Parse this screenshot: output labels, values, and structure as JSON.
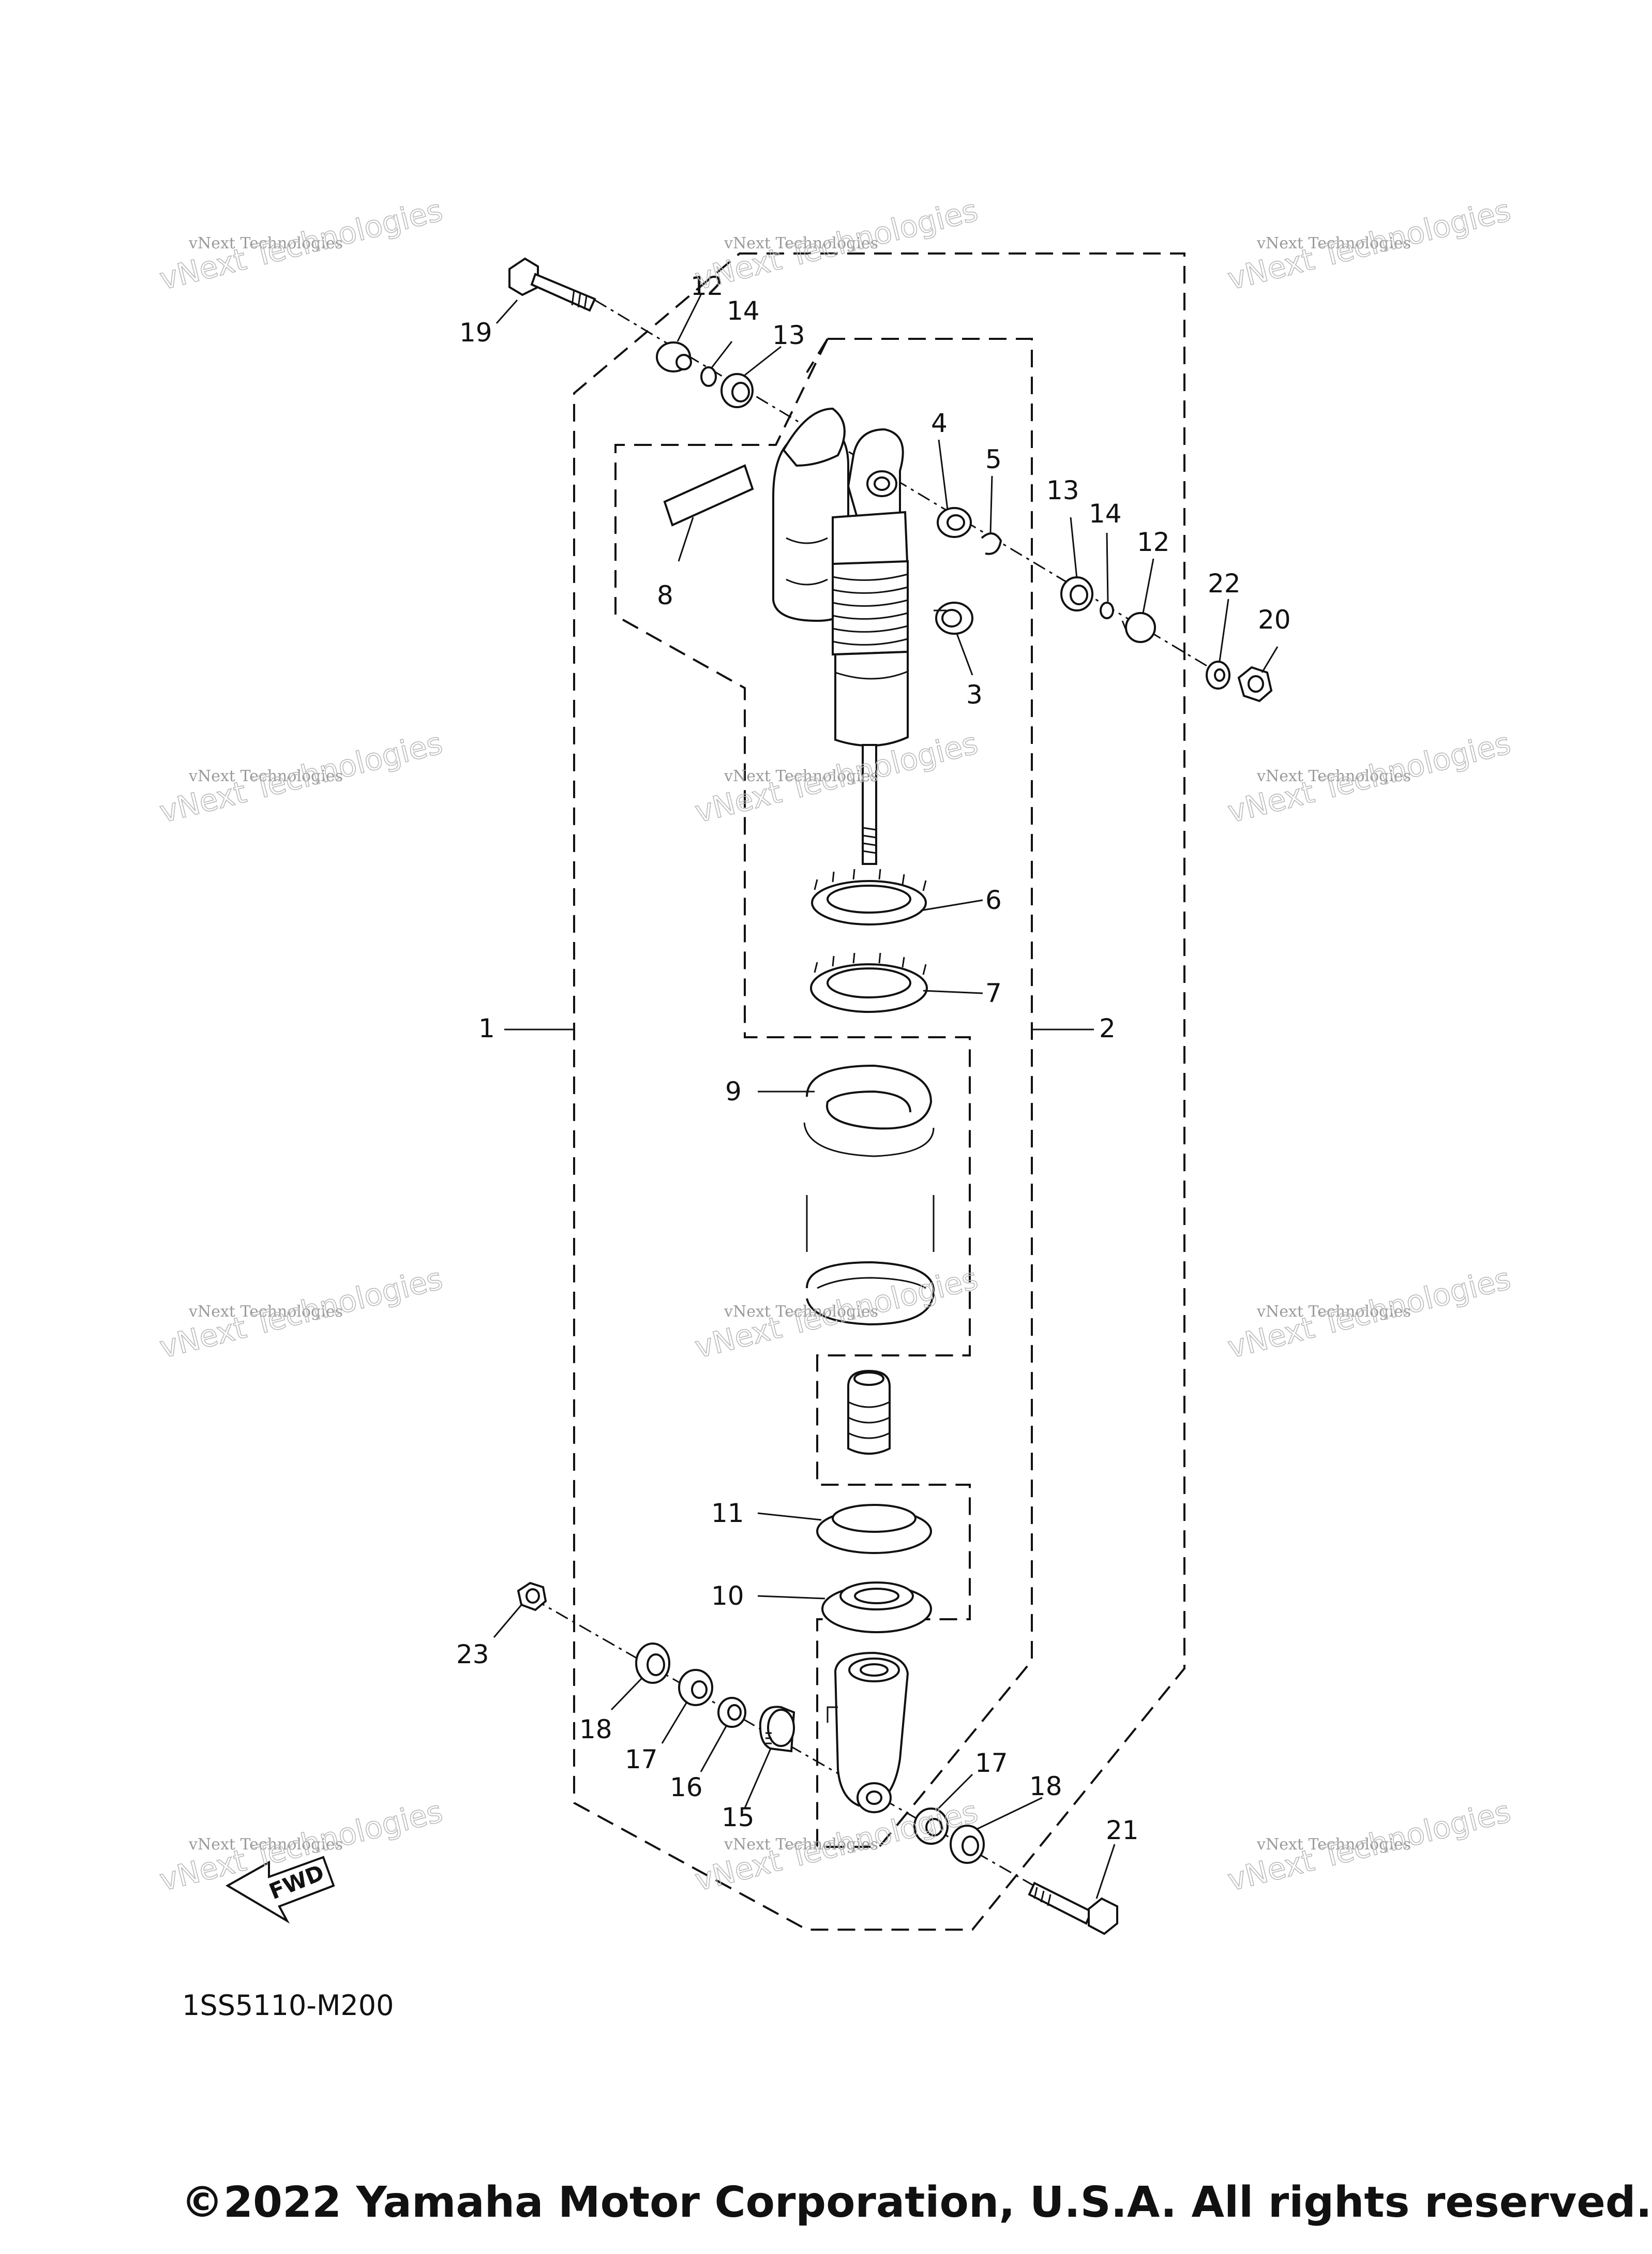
{
  "diagram": {
    "callouts": [
      "1",
      "2",
      "3",
      "4",
      "5",
      "6",
      "7",
      "8",
      "9",
      "10",
      "11",
      "12",
      "12",
      "13",
      "13",
      "14",
      "14",
      "15",
      "16",
      "17",
      "17",
      "18",
      "18",
      "19",
      "20",
      "21",
      "22",
      "23"
    ],
    "fwd_label": "FWD",
    "diagram_code": "1SS5110-M200"
  },
  "watermark": {
    "line1": "vNext Technologies",
    "line2": "vNext Technologies"
  },
  "footer": {
    "copyright": "©2022 Yamaha Motor Corporation, U.S.A. All rights reserved."
  }
}
